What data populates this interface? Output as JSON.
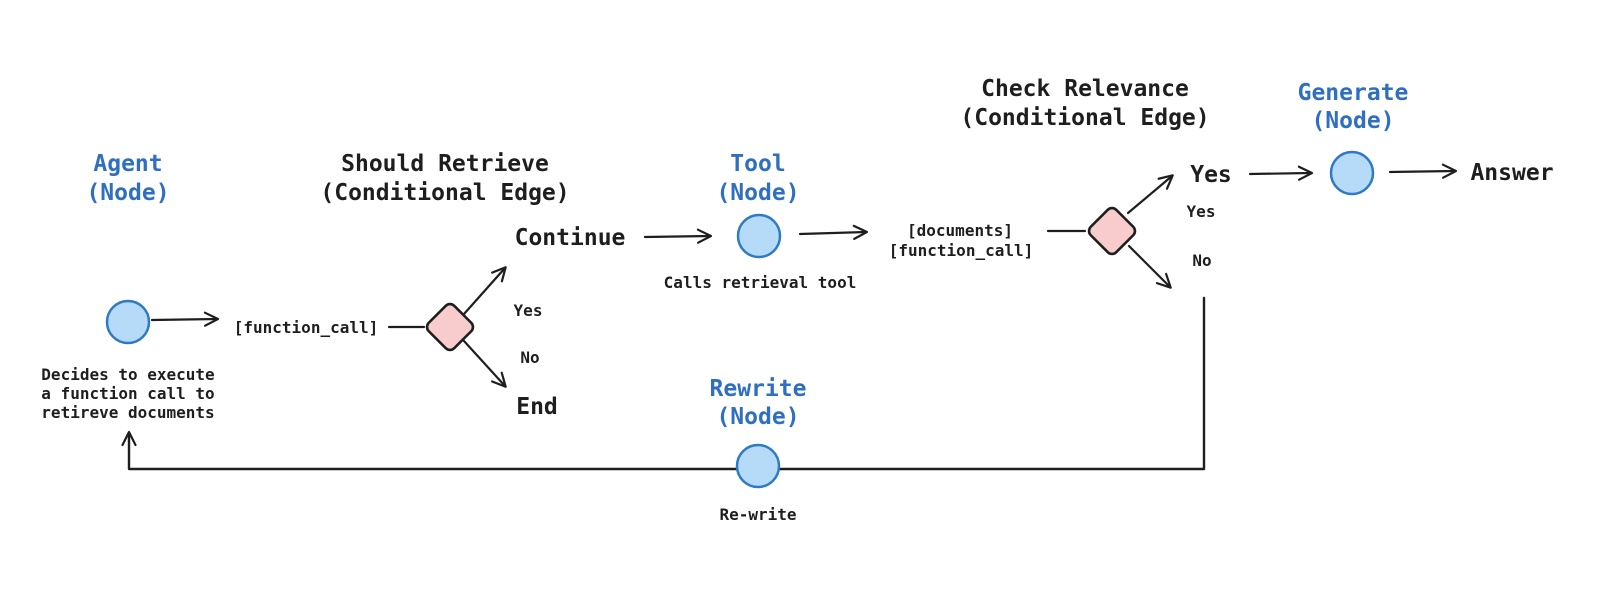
{
  "diagram": {
    "titles": {
      "agent": {
        "line1": "Agent",
        "line2": "(Node)"
      },
      "should_retrieve": {
        "line1": "Should Retrieve",
        "line2": "(Conditional Edge)"
      },
      "tool": {
        "line1": "Tool",
        "line2": "(Node)"
      },
      "check_relevance": {
        "line1": "Check Relevance",
        "line2": "(Conditional Edge)"
      },
      "generate": {
        "line1": "Generate",
        "line2": "(Node)"
      },
      "rewrite": {
        "line1": "Rewrite",
        "line2": "(Node)"
      }
    },
    "edge_labels": {
      "function_call": "[function_call]",
      "continue": "Continue",
      "should_retrieve_yes": "Yes",
      "should_retrieve_no": "No",
      "end": "End",
      "documents": "[documents]",
      "documents_function_call": "[function_call]",
      "relevance_yes_big": "Yes",
      "relevance_yes_small": "Yes",
      "relevance_no": "No",
      "answer": "Answer",
      "rewrite": "Re-write"
    },
    "annotations": {
      "agent_line1": "Decides to execute",
      "agent_line2": "a function call to",
      "agent_line3": "retireve documents",
      "tool": "Calls retrieval tool"
    },
    "colors": {
      "node_fill": "#b6dbf8",
      "node_stroke": "#2e7ac7",
      "diamond_fill": "#f8cccc",
      "ink": "#1e1e1e",
      "title_blue": "#2f6fc1",
      "background": "#ffffff"
    }
  }
}
